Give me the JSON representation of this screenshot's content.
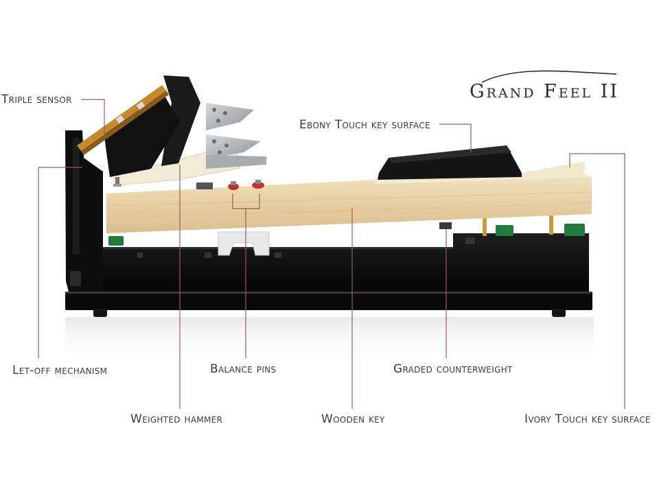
{
  "logo": {
    "text": "Grand Feel II"
  },
  "labels": {
    "triple_sensor": "Triple sensor",
    "ebony_touch": "Ebony Touch key surface",
    "let_off": "Let-off mechanism",
    "balance_pins": "Balance pins",
    "graded_counterweight": "Graded counterweight",
    "weighted_hammer": "Weighted hammer",
    "wooden_key": "Wooden key",
    "ivory_touch": "Ivory Touch key surface"
  },
  "colors": {
    "leader_line": "#9c5a5a",
    "base_black": "#0d0d0d",
    "wood": "#ecd9b4",
    "felt_green": "#1f7a3c",
    "accent_red": "#c0302c",
    "hammer_gray": "#b9bcc0"
  }
}
